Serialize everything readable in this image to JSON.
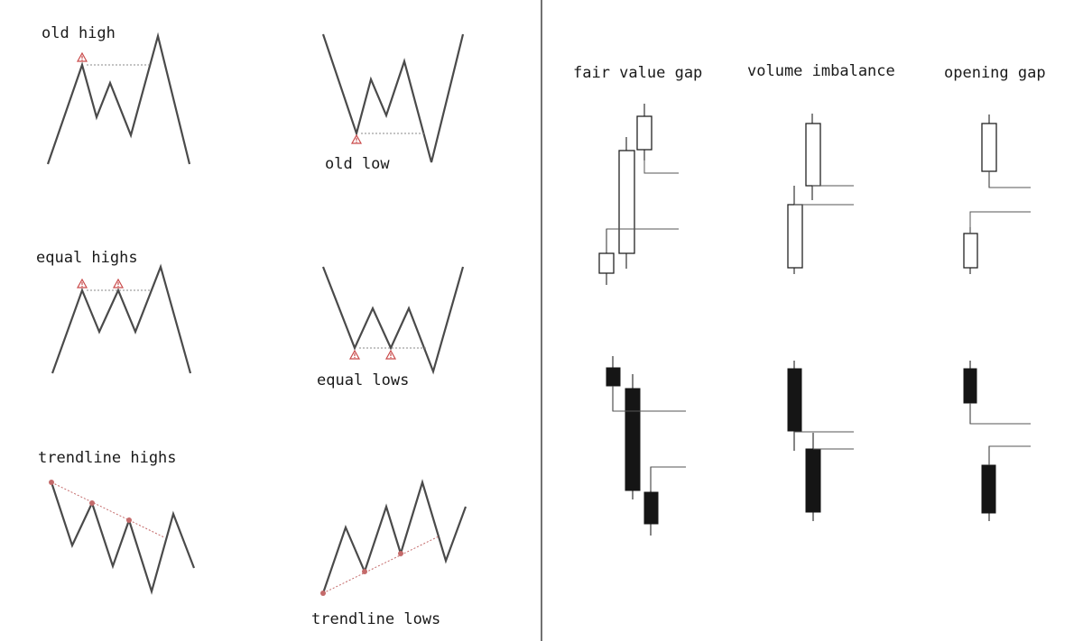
{
  "liquidity_patterns": {
    "old_high": "old high",
    "old_low": "old low",
    "equal_highs": "equal highs",
    "equal_lows": "equal lows",
    "trendline_highs": "trendline highs",
    "trendline_lows": "trendline lows"
  },
  "gap_types": {
    "fair_value_gap": "fair value gap",
    "volume_imbalance": "volume imbalance",
    "opening_gap": "opening gap"
  },
  "colors": {
    "line": "#4a4a4a",
    "warning": "#c94a4a",
    "trend_point": "#c46a6a",
    "bearish_candle": "#151515",
    "bullish_candle": "#ffffff"
  },
  "icons": [
    "warning-triangle-icon"
  ]
}
